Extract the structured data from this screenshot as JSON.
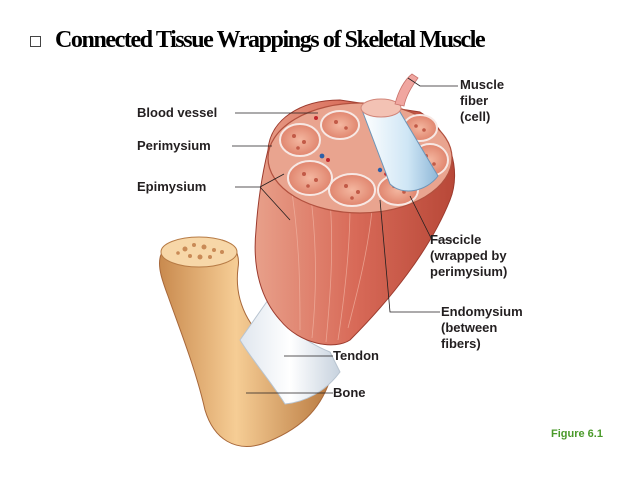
{
  "slide": {
    "title": "Connected Tissue Wrappings of Skeletal Muscle",
    "figure_caption": "Figure 6.1"
  },
  "diagram": {
    "labels": {
      "blood_vessel": "Blood vessel",
      "perimysium": "Perimysium",
      "epimysium": "Epimysium",
      "muscle_fiber": [
        "Muscle",
        "fiber",
        "(cell)"
      ],
      "fascicle": [
        "Fascicle",
        "(wrapped by",
        "perimysium)"
      ],
      "endomysium": [
        "Endomysium",
        "(between",
        "fibers)"
      ],
      "tendon": "Tendon",
      "bone": "Bone"
    }
  }
}
